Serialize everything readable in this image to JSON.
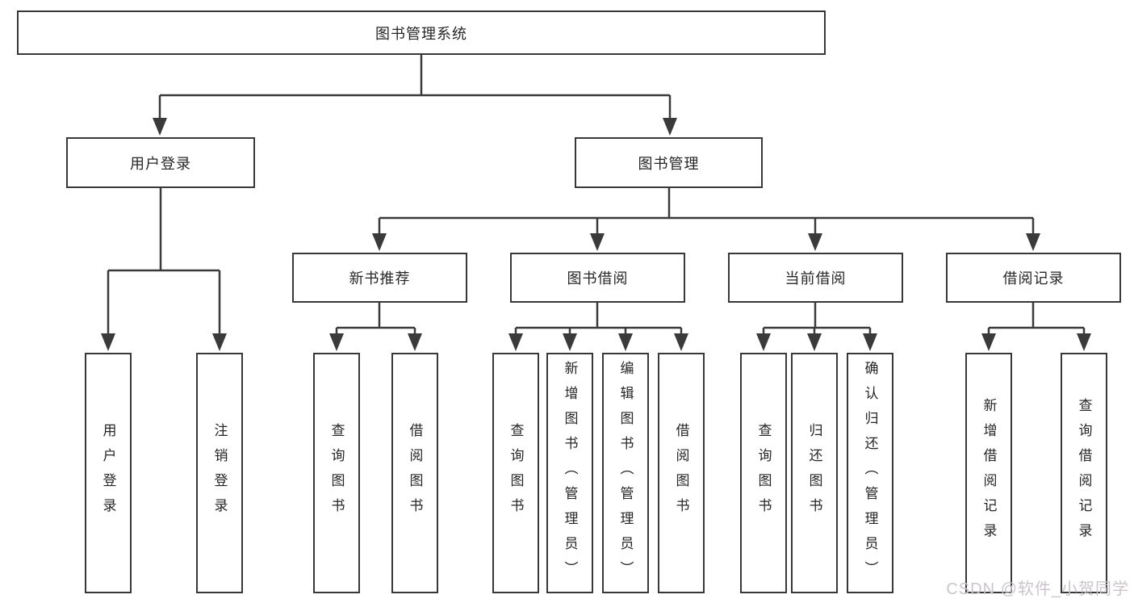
{
  "tree": {
    "root": {
      "label": "图书管理系统"
    },
    "branches": [
      {
        "label": "用户登录"
      },
      {
        "label": "图书管理"
      }
    ],
    "modules": [
      {
        "label": "新书推荐",
        "parent": "图书管理"
      },
      {
        "label": "图书借阅",
        "parent": "图书管理"
      },
      {
        "label": "当前借阅",
        "parent": "图书管理"
      },
      {
        "label": "借阅记录",
        "parent": "图书管理"
      }
    ],
    "leaves": [
      {
        "label": "用户登录",
        "parent": "用户登录"
      },
      {
        "label": "注销登录",
        "parent": "用户登录"
      },
      {
        "label": "查询图书",
        "parent": "新书推荐"
      },
      {
        "label": "借阅图书",
        "parent": "新书推荐"
      },
      {
        "label": "查询图书",
        "parent": "图书借阅"
      },
      {
        "label": "新增图书（管理员）",
        "parent": "图书借阅"
      },
      {
        "label": "编辑图书（管理员）",
        "parent": "图书借阅"
      },
      {
        "label": "借阅图书",
        "parent": "图书借阅"
      },
      {
        "label": "查询图书",
        "parent": "当前借阅"
      },
      {
        "label": "归还图书",
        "parent": "当前借阅"
      },
      {
        "label": "确认归还（管理员）",
        "parent": "当前借阅"
      },
      {
        "label": "新增借阅记录",
        "parent": "借阅记录"
      },
      {
        "label": "查询借阅记录",
        "parent": "借阅记录"
      }
    ]
  },
  "watermark": {
    "text": "CSDN @软件_小贺同学"
  },
  "colors": {
    "line": "#3a3a3a",
    "box_border": "#383838",
    "text": "#262626",
    "box_background": "#ffffff",
    "watermark": "#cbc5cb"
  }
}
